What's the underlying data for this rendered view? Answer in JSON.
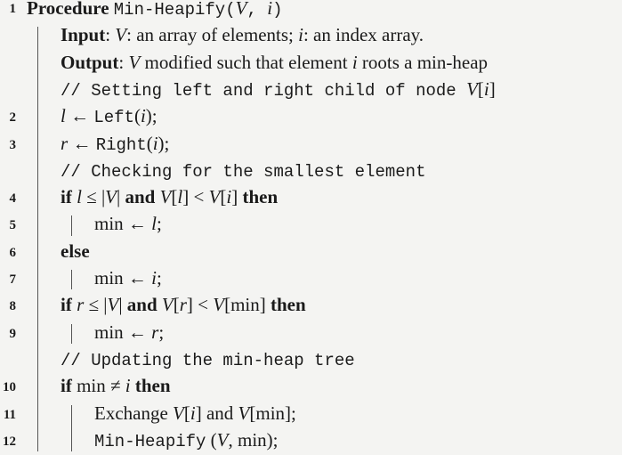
{
  "algorithm": {
    "lines": [
      {
        "num": "1",
        "indent": 30,
        "parts": [
          [
            "kw",
            "Procedure "
          ],
          [
            "tt",
            "Min-Heapify"
          ],
          [
            "tt",
            "("
          ],
          [
            "it",
            "V"
          ],
          [
            "tt",
            ", "
          ],
          [
            "it",
            "i"
          ],
          [
            "tt",
            ")"
          ]
        ]
      },
      {
        "num": "",
        "indent": 68,
        "parts": [
          [
            "kw",
            "Input"
          ],
          [
            "rm",
            ": "
          ],
          [
            "it",
            "V"
          ],
          [
            "rm",
            ": an array of elements; "
          ],
          [
            "it",
            "i"
          ],
          [
            "rm",
            ": an index array."
          ]
        ]
      },
      {
        "num": "",
        "indent": 68,
        "parts": [
          [
            "kw",
            "Output"
          ],
          [
            "rm",
            ": "
          ],
          [
            "it",
            "V"
          ],
          [
            "rm",
            " modified such that element "
          ],
          [
            "it",
            "i"
          ],
          [
            "rm",
            " roots a min-heap"
          ]
        ]
      },
      {
        "num": "",
        "indent": 68,
        "parts": [
          [
            "tt",
            "// Setting left and right child of node "
          ],
          [
            "it",
            "V"
          ],
          [
            "rm",
            "["
          ],
          [
            "it",
            "i"
          ],
          [
            "rm",
            "]"
          ]
        ]
      },
      {
        "num": "2",
        "indent": 68,
        "parts": [
          [
            "it",
            "l"
          ],
          [
            "rm",
            " ← "
          ],
          [
            "tt",
            "Left"
          ],
          [
            "rm",
            "("
          ],
          [
            "it",
            "i"
          ],
          [
            "rm",
            ");"
          ]
        ]
      },
      {
        "num": "3",
        "indent": 68,
        "parts": [
          [
            "it",
            "r"
          ],
          [
            "rm",
            " ← "
          ],
          [
            "tt",
            "Right"
          ],
          [
            "rm",
            "("
          ],
          [
            "it",
            "i"
          ],
          [
            "rm",
            ");"
          ]
        ]
      },
      {
        "num": "",
        "indent": 68,
        "parts": [
          [
            "tt",
            "// Checking for the smallest element"
          ]
        ]
      },
      {
        "num": "4",
        "indent": 68,
        "parts": [
          [
            "kw",
            "if "
          ],
          [
            "it",
            "l"
          ],
          [
            "rm",
            " ≤ |"
          ],
          [
            "it",
            "V"
          ],
          [
            "rm",
            "| "
          ],
          [
            "kw",
            "and "
          ],
          [
            "it",
            "V"
          ],
          [
            "rm",
            "["
          ],
          [
            "it",
            "l"
          ],
          [
            "rm",
            "] < "
          ],
          [
            "it",
            "V"
          ],
          [
            "rm",
            "["
          ],
          [
            "it",
            "i"
          ],
          [
            "rm",
            "] "
          ],
          [
            "kw",
            "then"
          ]
        ]
      },
      {
        "num": "5",
        "indent": 106,
        "parts": [
          [
            "rm",
            "min ← "
          ],
          [
            "it",
            "l"
          ],
          [
            "rm",
            ";"
          ]
        ]
      },
      {
        "num": "6",
        "indent": 68,
        "parts": [
          [
            "kw",
            "else"
          ]
        ]
      },
      {
        "num": "7",
        "indent": 106,
        "parts": [
          [
            "rm",
            "min ← "
          ],
          [
            "it",
            "i"
          ],
          [
            "rm",
            ";"
          ]
        ]
      },
      {
        "num": "8",
        "indent": 68,
        "parts": [
          [
            "kw",
            "if "
          ],
          [
            "it",
            "r"
          ],
          [
            "rm",
            " ≤ |"
          ],
          [
            "it",
            "V"
          ],
          [
            "rm",
            "| "
          ],
          [
            "kw",
            "and "
          ],
          [
            "it",
            "V"
          ],
          [
            "rm",
            "["
          ],
          [
            "it",
            "r"
          ],
          [
            "rm",
            "] < "
          ],
          [
            "it",
            "V"
          ],
          [
            "rm",
            "[min] "
          ],
          [
            "kw",
            "then"
          ]
        ]
      },
      {
        "num": "9",
        "indent": 106,
        "parts": [
          [
            "rm",
            "min ← "
          ],
          [
            "it",
            "r"
          ],
          [
            "rm",
            ";"
          ]
        ]
      },
      {
        "num": "",
        "indent": 68,
        "parts": [
          [
            "tt",
            "// Updating the min-heap tree"
          ]
        ]
      },
      {
        "num": "10",
        "indent": 68,
        "parts": [
          [
            "kw",
            "if "
          ],
          [
            "rm",
            "min ≠ "
          ],
          [
            "it",
            "i"
          ],
          [
            "rm",
            " "
          ],
          [
            "kw",
            "then"
          ]
        ]
      },
      {
        "num": "11",
        "indent": 106,
        "parts": [
          [
            "rm",
            "Exchange "
          ],
          [
            "it",
            "V"
          ],
          [
            "rm",
            "["
          ],
          [
            "it",
            "i"
          ],
          [
            "rm",
            "] and "
          ],
          [
            "it",
            "V"
          ],
          [
            "rm",
            "[min];"
          ]
        ]
      },
      {
        "num": "12",
        "indent": 106,
        "parts": [
          [
            "tt",
            "Min-Heapify"
          ],
          [
            "rm",
            " ("
          ],
          [
            "it",
            "V"
          ],
          [
            "rm",
            ", min);"
          ]
        ]
      }
    ]
  }
}
